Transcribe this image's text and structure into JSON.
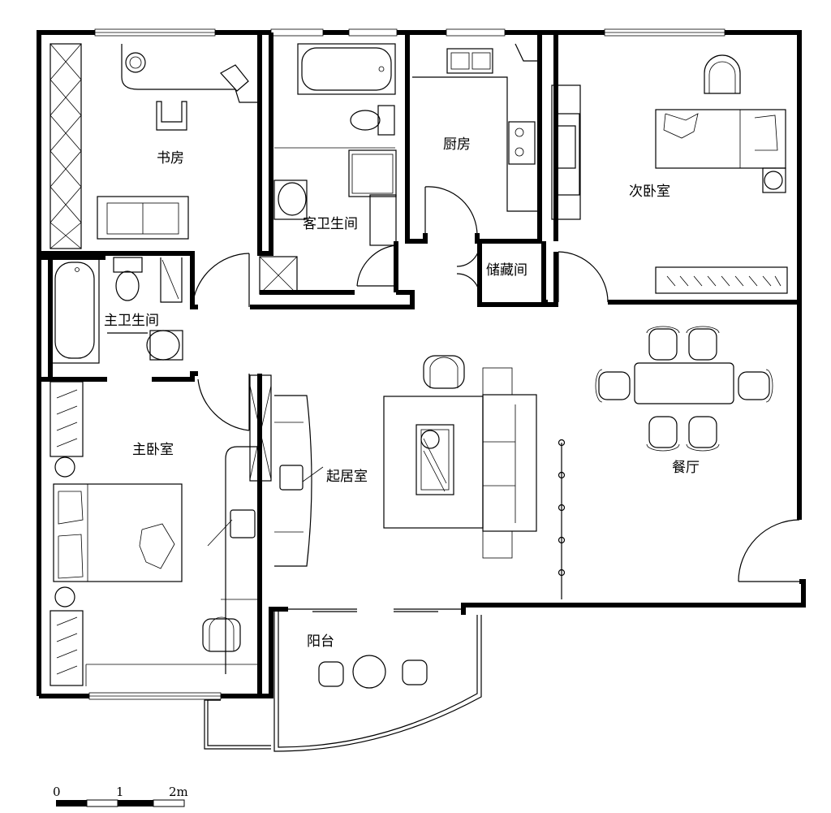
{
  "rooms": {
    "study": "书房",
    "guest_bathroom": "客卫生间",
    "kitchen": "厨房",
    "storage": "储藏间",
    "second_bedroom": "次卧室",
    "master_bathroom": "主卫生间",
    "master_bedroom": "主卧室",
    "living_room": "起居室",
    "dining_room": "餐厅",
    "balcony": "阳台"
  },
  "scale_bar": {
    "tick_0": "0",
    "tick_1": "1",
    "tick_2": "2m"
  }
}
